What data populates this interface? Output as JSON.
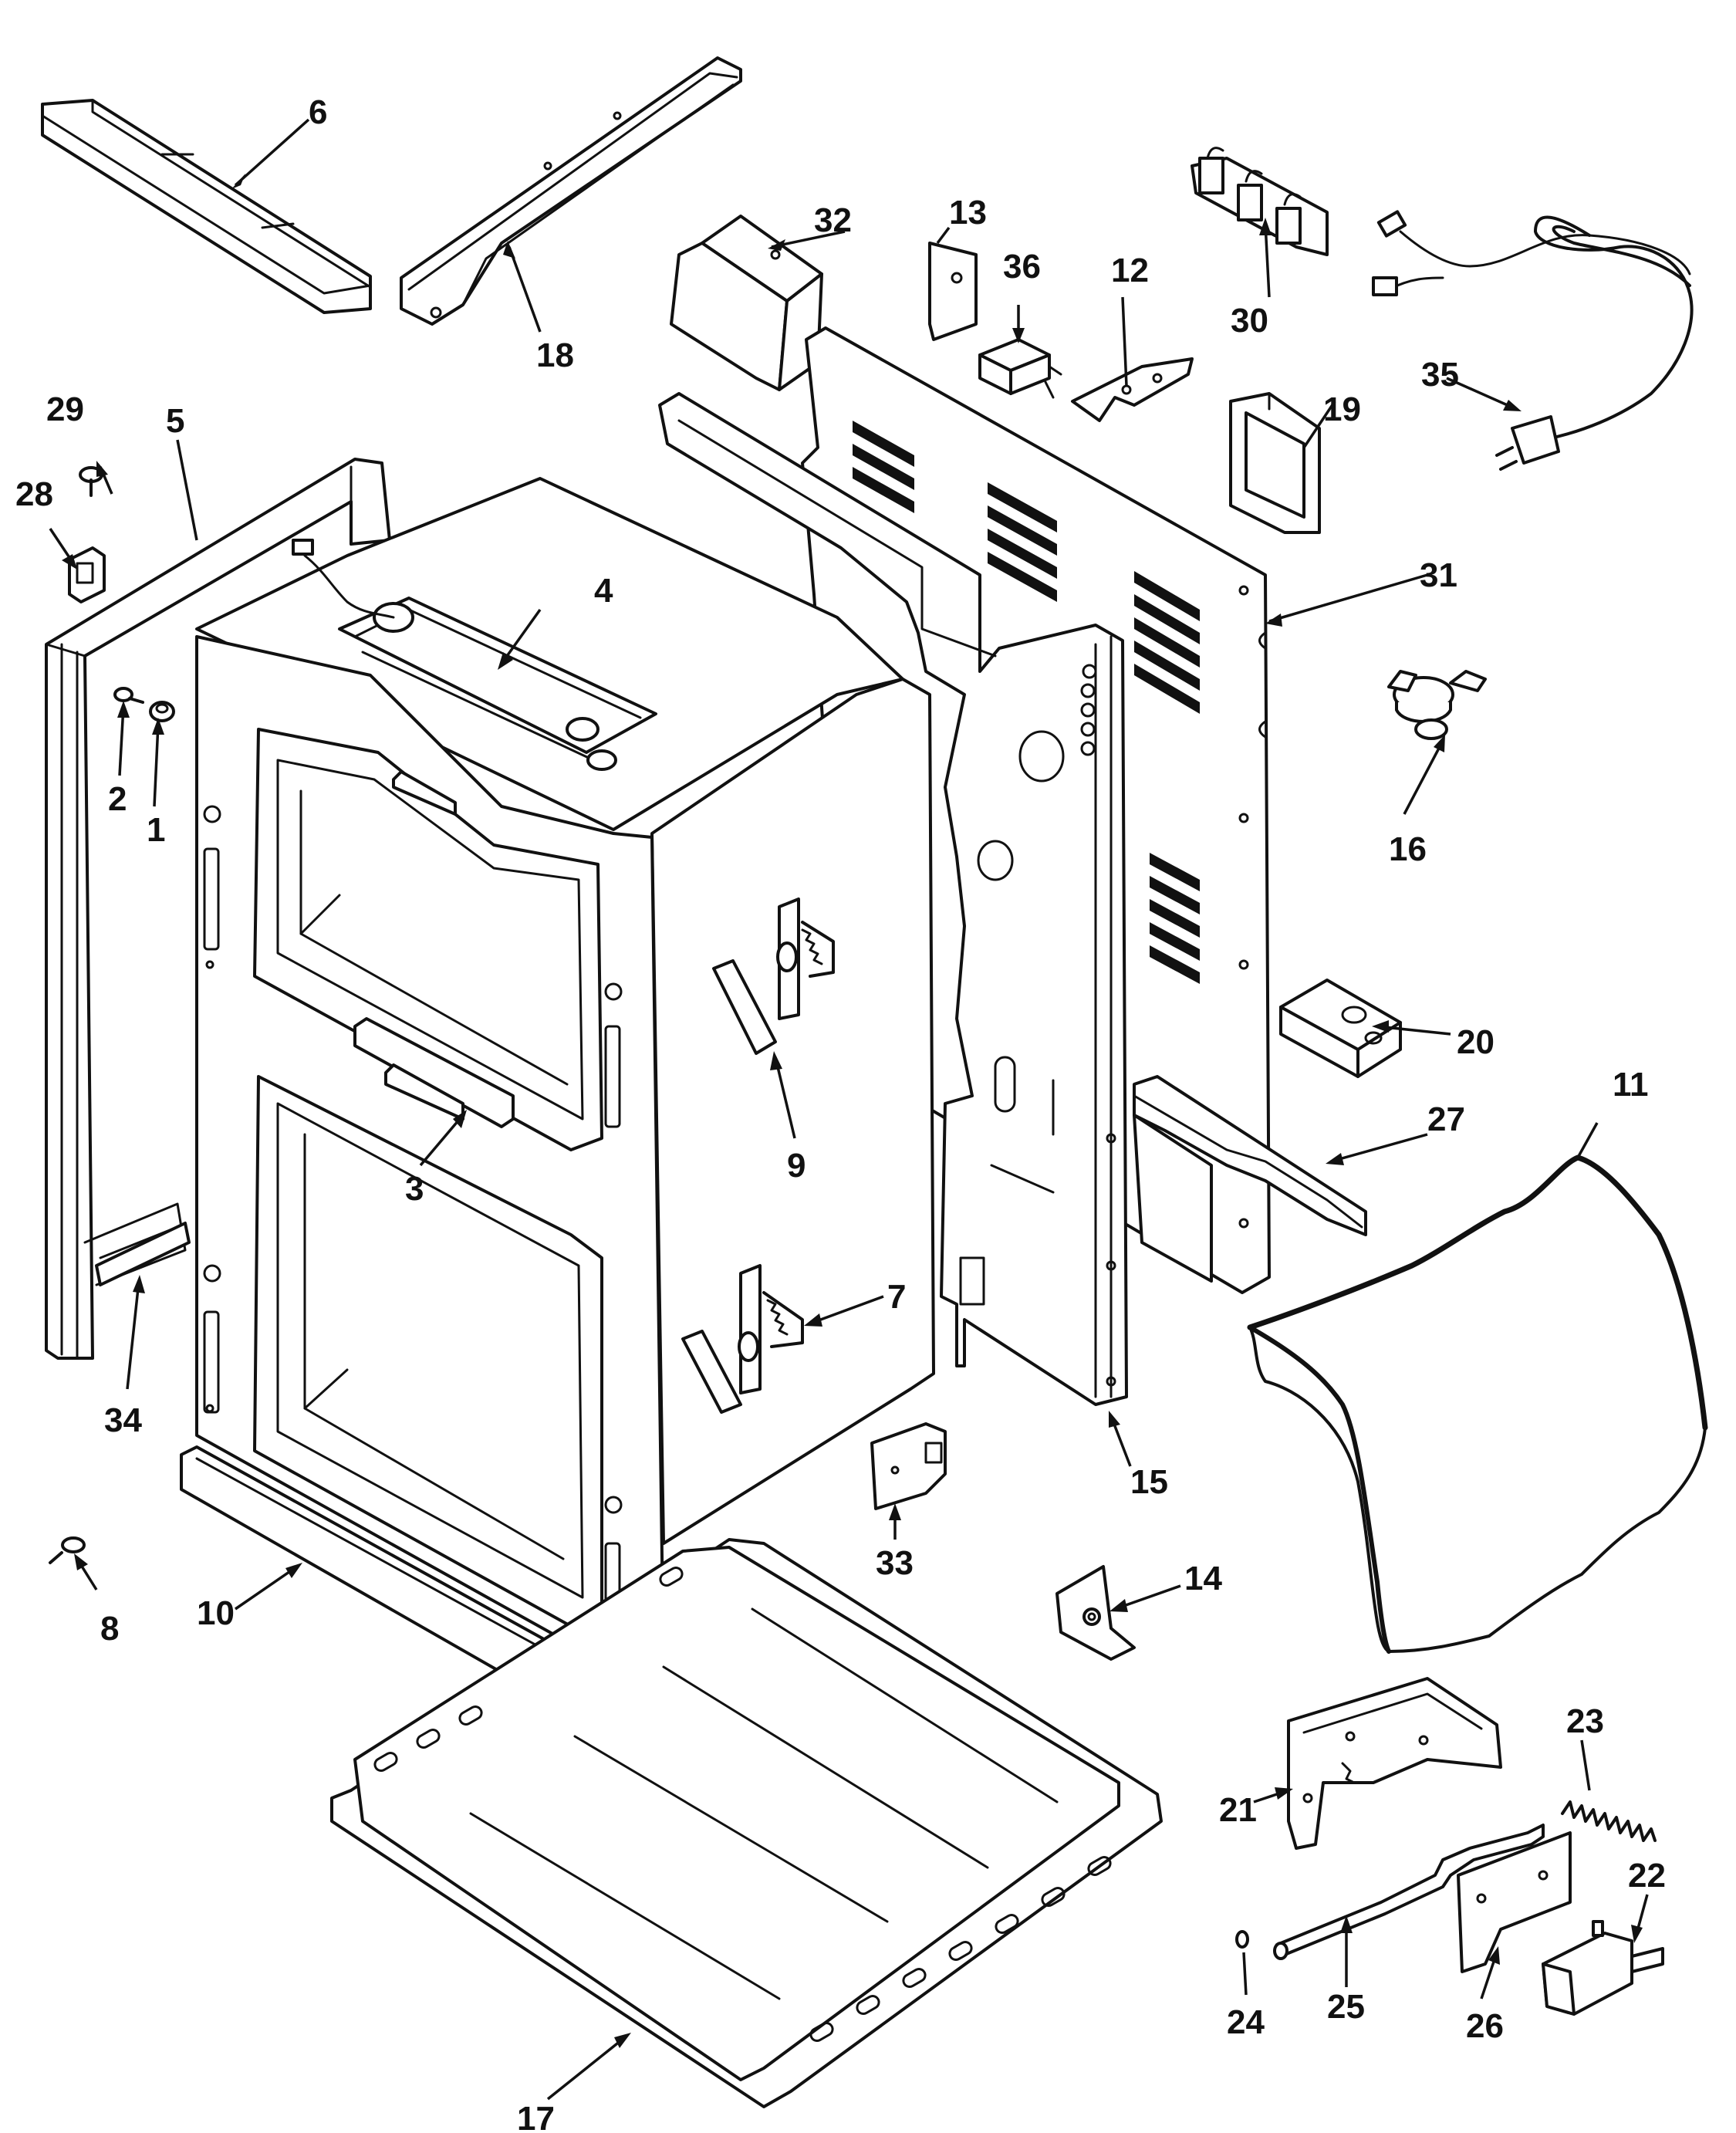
{
  "colors": {
    "ink": "#111111",
    "paper": "#ffffff"
  },
  "labels": [
    {
      "id": "1",
      "text": "1"
    },
    {
      "id": "2",
      "text": "2"
    },
    {
      "id": "3",
      "text": "3"
    },
    {
      "id": "4",
      "text": "4"
    },
    {
      "id": "5",
      "text": "5"
    },
    {
      "id": "6",
      "text": "6"
    },
    {
      "id": "7",
      "text": "7"
    },
    {
      "id": "8",
      "text": "8"
    },
    {
      "id": "9",
      "text": "9"
    },
    {
      "id": "10",
      "text": "10"
    },
    {
      "id": "11",
      "text": "11"
    },
    {
      "id": "12",
      "text": "12"
    },
    {
      "id": "13",
      "text": "13"
    },
    {
      "id": "14",
      "text": "14"
    },
    {
      "id": "15",
      "text": "15"
    },
    {
      "id": "16",
      "text": "16"
    },
    {
      "id": "17",
      "text": "17"
    },
    {
      "id": "18",
      "text": "18"
    },
    {
      "id": "19",
      "text": "19"
    },
    {
      "id": "20",
      "text": "20"
    },
    {
      "id": "21",
      "text": "21"
    },
    {
      "id": "22",
      "text": "22"
    },
    {
      "id": "23",
      "text": "23"
    },
    {
      "id": "24",
      "text": "24"
    },
    {
      "id": "25",
      "text": "25"
    },
    {
      "id": "26",
      "text": "26"
    },
    {
      "id": "27",
      "text": "27"
    },
    {
      "id": "28",
      "text": "28"
    },
    {
      "id": "29",
      "text": "29"
    },
    {
      "id": "30",
      "text": "30"
    },
    {
      "id": "31",
      "text": "31"
    },
    {
      "id": "32",
      "text": "32"
    },
    {
      "id": "33",
      "text": "33"
    },
    {
      "id": "34",
      "text": "34"
    },
    {
      "id": "35",
      "text": "35"
    },
    {
      "id": "36",
      "text": "36"
    }
  ]
}
